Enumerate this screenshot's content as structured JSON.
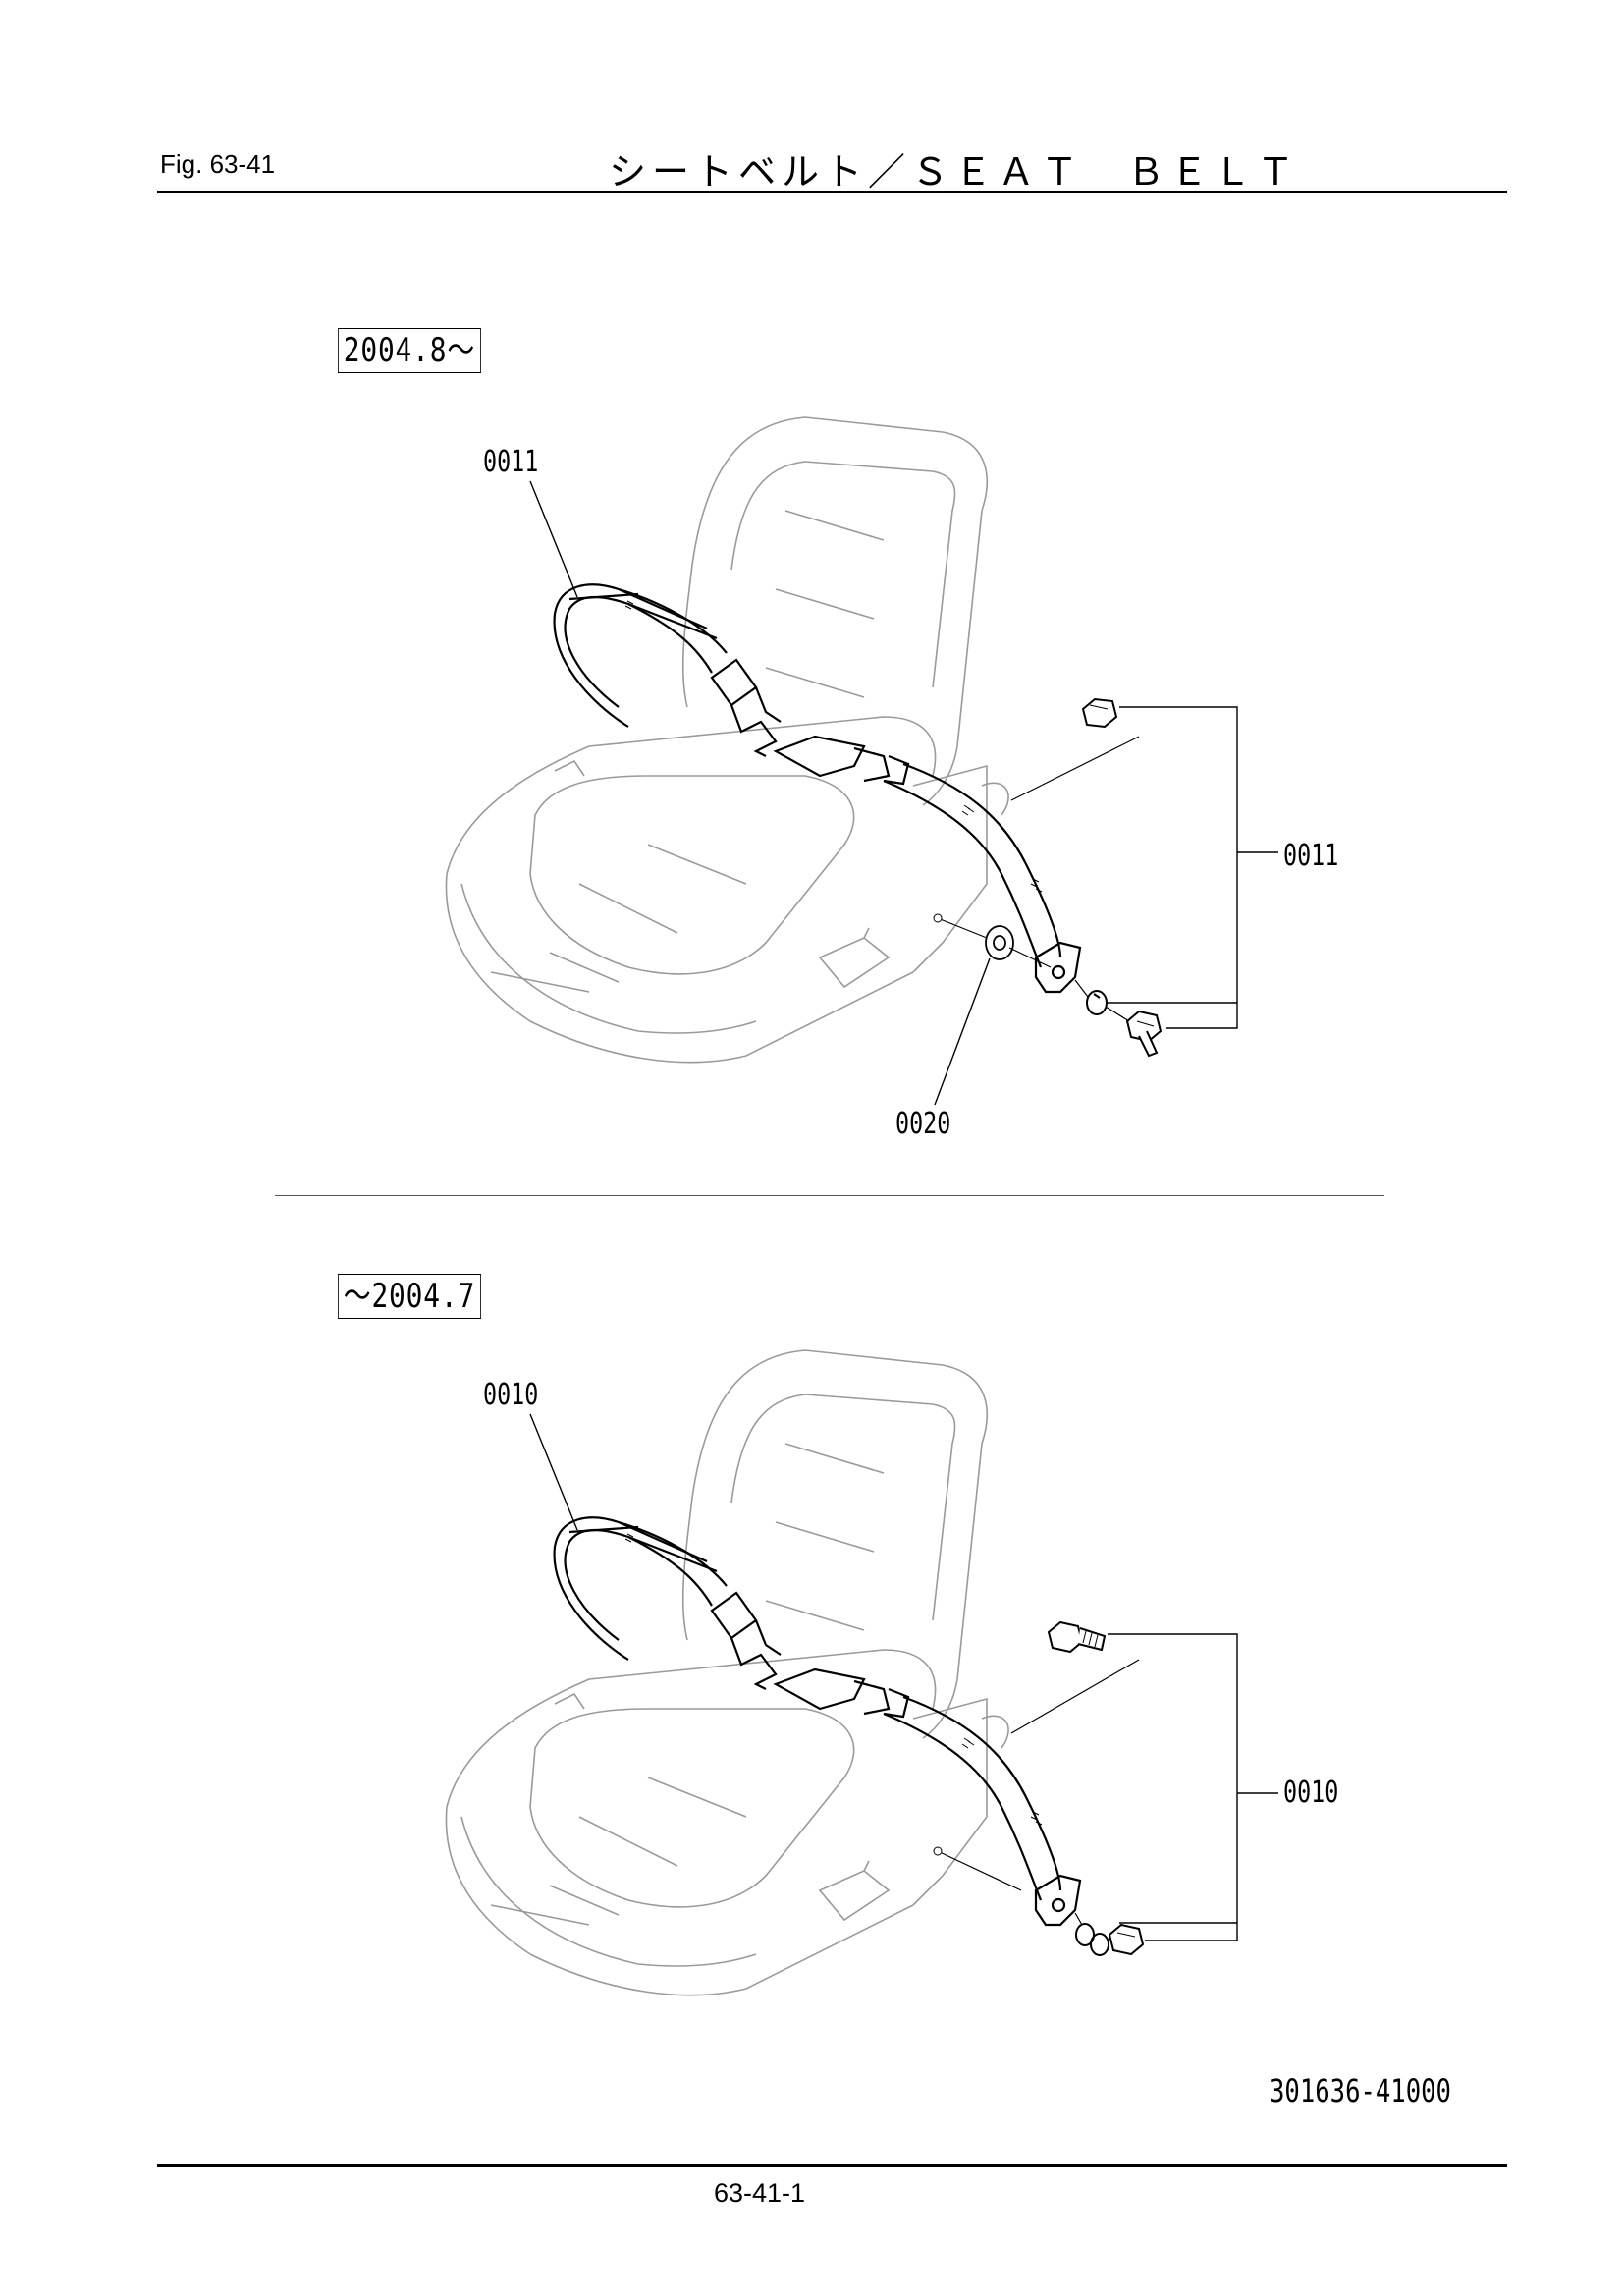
{
  "header": {
    "fig_label": "Fig.  63-41",
    "title": "シートベルト／ＳＥＡＴ　ＢＥＬＴ"
  },
  "sections": [
    {
      "date_label": "2004.8～",
      "belt_part_no": "0011",
      "mount_part_no": "0011",
      "washer_part_no": "0020"
    },
    {
      "date_label": "～2004.7",
      "belt_part_no": "0010",
      "mount_part_no": "0010"
    }
  ],
  "footer": {
    "drawing_code": "301636-41000",
    "page_number": "63-41-1"
  }
}
